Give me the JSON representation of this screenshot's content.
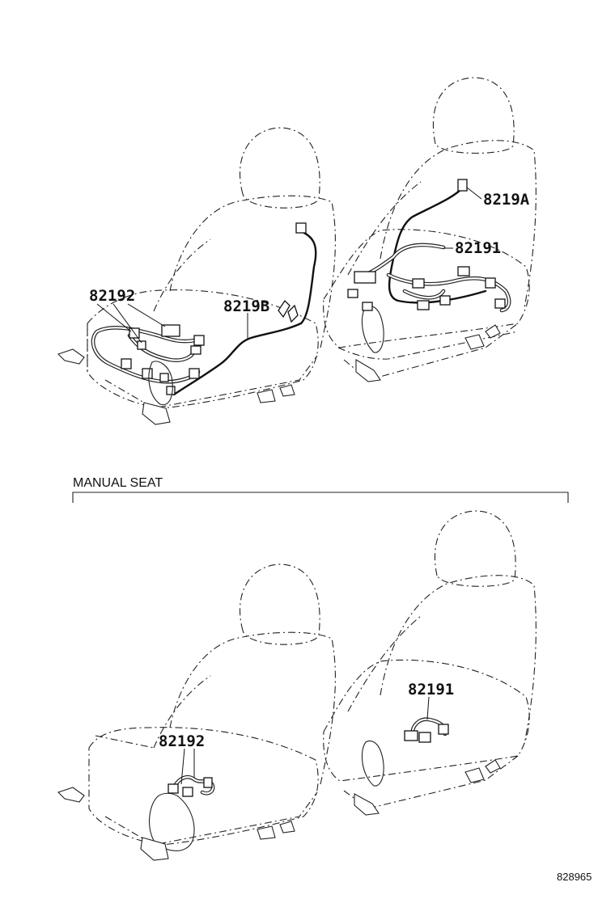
{
  "diagram": {
    "section_label": "MANUAL SEAT",
    "diagram_id": "828965",
    "parts": {
      "p8219A": "8219A",
      "p82191_top": "82191",
      "p82192_top": "82192",
      "p8219B": "8219B",
      "p82191_bottom": "82191",
      "p82192_bottom": "82192"
    }
  }
}
